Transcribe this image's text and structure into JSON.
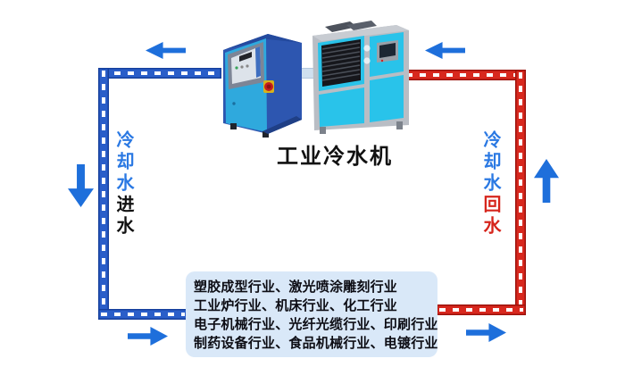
{
  "title": "工业冷水机",
  "pipes": {
    "left_label": {
      "part1": "冷却水",
      "part2": "进水"
    },
    "right_label": {
      "part1": "冷却水",
      "part2": "回水"
    }
  },
  "industries_box": {
    "lines": [
      "塑胶成型行业、激光喷涂雕刻行业",
      "工业炉行业、机床行业、化工行业",
      "电子机械行业、光纤光缆行业、印刷行业",
      "制药设备行业、食品机械行业、电镀行业"
    ]
  },
  "colors": {
    "pipe_blue": "#2a5ec9",
    "pipe_blue_edge": "#16409d",
    "pipe_red": "#d8281e",
    "pipe_red_edge": "#9c120c",
    "arrow_blue": "#1e6fdb",
    "label_blue": "#2b79e3",
    "label_red": "#d6251c",
    "box_bg": "#d9e8f8",
    "box_text": "#0d0d14",
    "title_color": "#111111"
  }
}
